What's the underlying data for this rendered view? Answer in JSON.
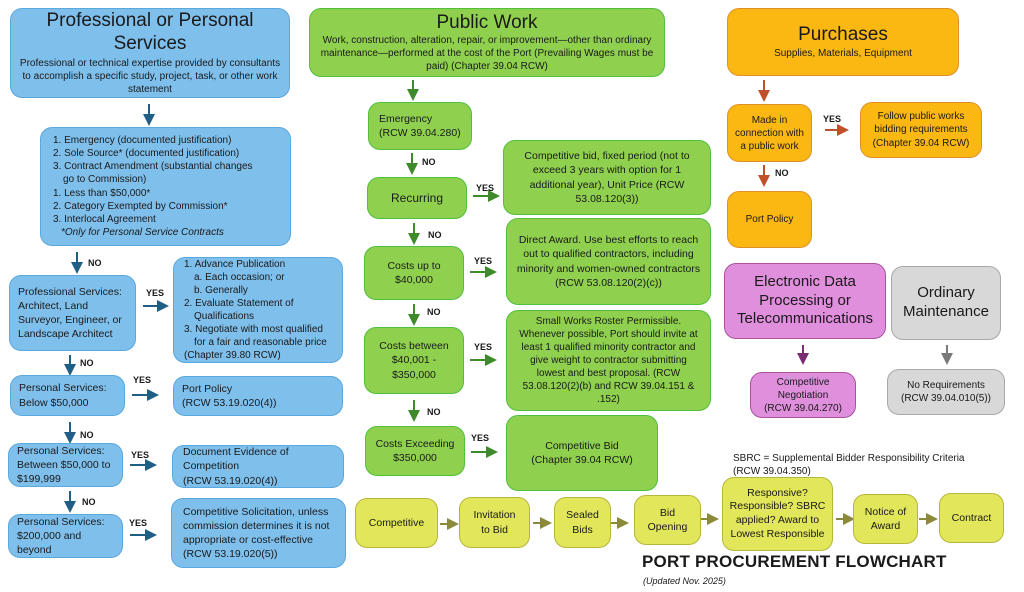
{
  "title": "PORT PROCUREMENT FLOWCHART",
  "updated": "(Updated Nov. 2025)",
  "labels": {
    "yes": "YES",
    "no": "NO"
  },
  "colors": {
    "professional": "#7fbfec",
    "public_work": "#8fd14f",
    "purchases": "#fbb813",
    "edp": "#e08fdc",
    "maintenance": "#d8d8d8",
    "process": "#e2e65a"
  },
  "professional": {
    "title": "Professional or Personal Services",
    "desc": "Professional or technical expertise provided by consultants to accomplish a specific study, project, task, or other work statement",
    "exemptions": [
      "1. Emergency (documented justification)",
      "2. Sole Source* (documented justification)",
      "3. Contract Amendment (substantial changes",
      "   go to Commission)",
      "1. Less than $50,000*",
      "2. Category Exempted by Commission*",
      "3. Interlocal Agreement"
    ],
    "exemptions_note": "*Only for Personal Service Contracts",
    "prof_services": "Professional Services: Architect, Land Surveyor, Engineer, or Landscape Architect",
    "prof_result": [
      "1. Advance Publication",
      "   a. Each occasion; or",
      "   b. Generally",
      "2. Evaluate Statement of",
      "   Qualifications",
      "3. Negotiate with most qualified",
      "   for a fair and reasonable price",
      "(Chapter 39.80 RCW)"
    ],
    "personal_below": "Personal Services: Below $50,000",
    "personal_below_result_1": "Port Policy",
    "personal_below_result_2": "(RCW 53.19.020(4))",
    "personal_between": "Personal Services: Between $50,000 to $199,999",
    "personal_between_result_1": "Document Evidence of Competition",
    "personal_between_result_2": "(RCW 53.19.020(4))",
    "personal_above": "Personal Services: $200,000 and beyond",
    "personal_above_result_1": "Competitive Solicitation, unless commission determines it is not appropriate or cost-effective",
    "personal_above_result_2": "(RCW 53.19.020(5))"
  },
  "public_work": {
    "title": "Public Work",
    "desc": "Work, construction, alteration, repair, or improvement—other than ordinary maintenance—performed at the cost of the Port (Prevailing Wages must be paid) (Chapter 39.04 RCW)",
    "emergency_1": "Emergency",
    "emergency_2": "(RCW 39.04.280)",
    "recurring": "Recurring",
    "recurring_result": "Competitive bid, fixed period (not to exceed 3 years with option for 1 additional year), Unit Price (RCW 53.08.120(3))",
    "costs_40k": "Costs up to $40,000",
    "costs_40k_result": "Direct Award. Use best efforts to reach out to qualified contractors, including minority and women-owned contractors (RCW 53.08.120(2)(c))",
    "costs_350k": "Costs between $40,001 - $350,000",
    "costs_350k_result": "Small Works Roster Permissible. Whenever possible, Port should invite at least 1 qualified minority contractor and give weight to contractor submitting lowest and best proposal. (RCW 53.08.120(2)(b) and RCW 39.04.151 & .152)",
    "costs_exceeding": "Costs Exceeding $350,000",
    "costs_exceeding_result_1": "Competitive Bid",
    "costs_exceeding_result_2": "(Chapter 39.04 RCW)"
  },
  "purchases": {
    "title": "Purchases",
    "desc": "Supplies, Materials, Equipment",
    "question": "Made in connection with a public work",
    "yes_result": "Follow public works bidding requirements (Chapter 39.04 RCW)",
    "no_result": "Port Policy"
  },
  "edp": {
    "title": "Electronic Data Processing or Telecommunications",
    "result_1": "Competitive Negotiation",
    "result_2": "(RCW 39.04.270)"
  },
  "maintenance": {
    "title": "Ordinary Maintenance",
    "result_1": "No Requirements",
    "result_2": "(RCW 39.04.010(5))"
  },
  "process": {
    "sbrc_note_1": "SBRC = Supplemental Bidder Responsibility Criteria",
    "sbrc_note_2": "(RCW 39.04.350)",
    "steps": [
      "Competitive",
      "Invitation to Bid",
      "Sealed Bids",
      "Bid Opening",
      "Responsive? Responsible? SBRC applied? Award to Lowest Responsible",
      "Notice of Award",
      "Contract"
    ]
  }
}
